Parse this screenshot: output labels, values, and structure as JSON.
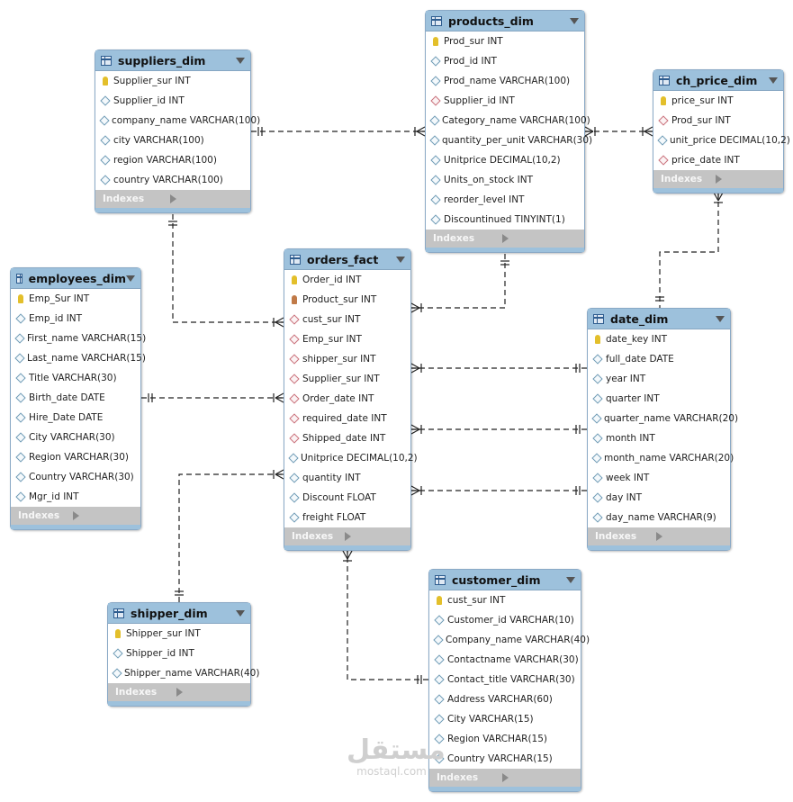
{
  "tables": [
    {
      "name": "suppliers_dim",
      "columns": [
        {
          "text": "Supplier_sur INT",
          "key": "pk"
        },
        {
          "text": "Supplier_id INT",
          "key": "reg"
        },
        {
          "text": "company_name VARCHAR(100)",
          "key": "reg"
        },
        {
          "text": "city VARCHAR(100)",
          "key": "reg"
        },
        {
          "text": "region VARCHAR(100)",
          "key": "reg"
        },
        {
          "text": "country VARCHAR(100)",
          "key": "reg"
        }
      ]
    },
    {
      "name": "products_dim",
      "columns": [
        {
          "text": "Prod_sur INT",
          "key": "pk"
        },
        {
          "text": "Prod_id INT",
          "key": "reg"
        },
        {
          "text": "Prod_name VARCHAR(100)",
          "key": "reg"
        },
        {
          "text": "Supplier_id INT",
          "key": "fkc"
        },
        {
          "text": "Category_name VARCHAR(100)",
          "key": "reg"
        },
        {
          "text": "quantity_per_unit VARCHAR(30)",
          "key": "reg"
        },
        {
          "text": "Unitprice DECIMAL(10,2)",
          "key": "reg"
        },
        {
          "text": "Units_on_stock INT",
          "key": "reg"
        },
        {
          "text": "reorder_level INT",
          "key": "reg"
        },
        {
          "text": "Discountinued TINYINT(1)",
          "key": "reg"
        }
      ]
    },
    {
      "name": "ch_price_dim",
      "columns": [
        {
          "text": "price_sur INT",
          "key": "pk"
        },
        {
          "text": "Prod_sur INT",
          "key": "fkc"
        },
        {
          "text": "unit_price DECIMAL(10,2)",
          "key": "reg"
        },
        {
          "text": "price_date INT",
          "key": "fkc"
        }
      ]
    },
    {
      "name": "employees_dim",
      "columns": [
        {
          "text": "Emp_Sur INT",
          "key": "pk"
        },
        {
          "text": "Emp_id INT",
          "key": "reg"
        },
        {
          "text": "First_name VARCHAR(15)",
          "key": "reg"
        },
        {
          "text": "Last_name VARCHAR(15)",
          "key": "reg"
        },
        {
          "text": "Title VARCHAR(30)",
          "key": "reg"
        },
        {
          "text": "Birth_date DATE",
          "key": "reg"
        },
        {
          "text": "Hire_Date DATE",
          "key": "reg"
        },
        {
          "text": "City VARCHAR(30)",
          "key": "reg"
        },
        {
          "text": "Region VARCHAR(30)",
          "key": "reg"
        },
        {
          "text": "Country VARCHAR(30)",
          "key": "reg"
        },
        {
          "text": "Mgr_id INT",
          "key": "reg"
        }
      ]
    },
    {
      "name": "orders_fact",
      "columns": [
        {
          "text": "Order_id INT",
          "key": "pk"
        },
        {
          "text": "Product_sur INT",
          "key": "pkfk"
        },
        {
          "text": "cust_sur INT",
          "key": "fkc"
        },
        {
          "text": "Emp_sur INT",
          "key": "fkc"
        },
        {
          "text": "shipper_sur INT",
          "key": "fkc"
        },
        {
          "text": "Supplier_sur INT",
          "key": "fkc"
        },
        {
          "text": "Order_date INT",
          "key": "fkc"
        },
        {
          "text": "required_date INT",
          "key": "fkc"
        },
        {
          "text": "Shipped_date INT",
          "key": "fkc"
        },
        {
          "text": "Unitprice DECIMAL(10,2)",
          "key": "reg"
        },
        {
          "text": "quantity INT",
          "key": "reg"
        },
        {
          "text": "Discount FLOAT",
          "key": "reg"
        },
        {
          "text": "freight FLOAT",
          "key": "reg"
        }
      ]
    },
    {
      "name": "date_dim",
      "columns": [
        {
          "text": "date_key INT",
          "key": "pk"
        },
        {
          "text": "full_date DATE",
          "key": "reg"
        },
        {
          "text": "year INT",
          "key": "reg"
        },
        {
          "text": "quarter INT",
          "key": "reg"
        },
        {
          "text": "quarter_name VARCHAR(20)",
          "key": "reg"
        },
        {
          "text": "month INT",
          "key": "reg"
        },
        {
          "text": "month_name VARCHAR(20)",
          "key": "reg"
        },
        {
          "text": "week INT",
          "key": "reg"
        },
        {
          "text": "day INT",
          "key": "reg"
        },
        {
          "text": "day_name VARCHAR(9)",
          "key": "reg"
        }
      ]
    },
    {
      "name": "shipper_dim",
      "columns": [
        {
          "text": "Shipper_sur INT",
          "key": "pk"
        },
        {
          "text": "Shipper_id INT",
          "key": "reg"
        },
        {
          "text": "Shipper_name VARCHAR(40)",
          "key": "reg"
        }
      ]
    },
    {
      "name": "customer_dim",
      "columns": [
        {
          "text": "cust_sur INT",
          "key": "pk"
        },
        {
          "text": "Customer_id VARCHAR(10)",
          "key": "reg"
        },
        {
          "text": "Company_name VARCHAR(40)",
          "key": "reg"
        },
        {
          "text": "Contactname VARCHAR(30)",
          "key": "reg"
        },
        {
          "text": "Contact_title VARCHAR(30)",
          "key": "reg"
        },
        {
          "text": "Address VARCHAR(60)",
          "key": "reg"
        },
        {
          "text": "City VARCHAR(15)",
          "key": "reg"
        },
        {
          "text": "Region VARCHAR(15)",
          "key": "reg"
        },
        {
          "text": "Country VARCHAR(15)",
          "key": "reg"
        }
      ]
    }
  ],
  "indexes_label": "Indexes",
  "relationships": [
    {
      "from": "suppliers_dim",
      "to": "products_dim"
    },
    {
      "from": "products_dim",
      "to": "ch_price_dim"
    },
    {
      "from": "date_dim",
      "to": "ch_price_dim"
    },
    {
      "from": "products_dim",
      "to": "orders_fact"
    },
    {
      "from": "suppliers_dim",
      "to": "orders_fact"
    },
    {
      "from": "employees_dim",
      "to": "orders_fact"
    },
    {
      "from": "shipper_dim",
      "to": "orders_fact"
    },
    {
      "from": "date_dim",
      "to": "orders_fact"
    },
    {
      "from": "date_dim",
      "to": "orders_fact"
    },
    {
      "from": "date_dim",
      "to": "orders_fact"
    },
    {
      "from": "customer_dim",
      "to": "orders_fact"
    }
  ],
  "watermark": {
    "arabic": "مستقل",
    "latin": "mostaql.com"
  },
  "colors": {
    "header": "#9dc1dc",
    "indexes_bar": "#c4c4c4",
    "primary_key": "#e3bf2b",
    "connector": "#222222"
  }
}
